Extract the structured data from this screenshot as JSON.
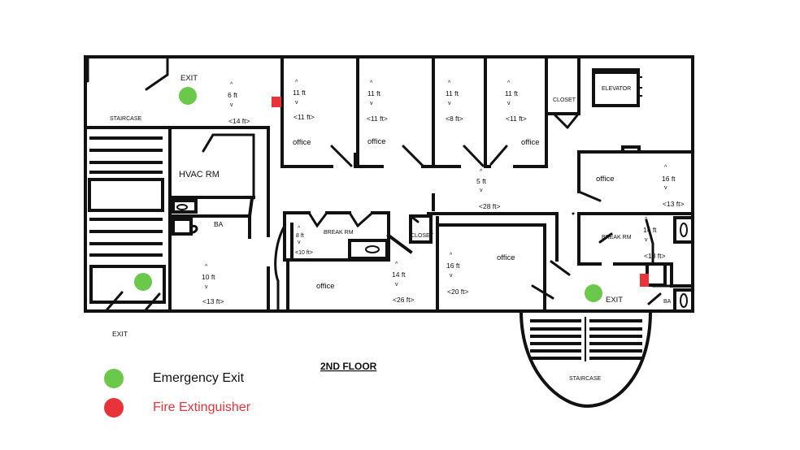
{
  "colors": {
    "exit": "#6ac94a",
    "extinguisher": "#e8333a",
    "wall": "#111111"
  },
  "floor_title": "2ND FLOOR",
  "rooms": {
    "staircase_left": "STAIRCASE",
    "staircase_bottom": "STAIRCASE",
    "hvac": "HVAC RM",
    "elevator": "ELEVATOR",
    "closet_top": "CLOSET",
    "closet_mid": "CLOSET",
    "break_left": "BREAK RM",
    "break_right": "BREAK RM",
    "ba_left": "BA",
    "ba_right": "BA",
    "office": "office"
  },
  "exits": {
    "top": "EXIT",
    "left": "EXIT",
    "right": "EXIT"
  },
  "dimensions": {
    "caret": "^",
    "vee": "v",
    "d6": "6 ft",
    "d14a": "<14 ft>",
    "d11": "11 ft",
    "d11w": "<11 ft>",
    "d8w": "<8 ft>",
    "d5": "5 ft",
    "d28w": "<28 ft>",
    "d16": "16 ft",
    "d13w": "<13 ft>",
    "d14": "14 ft",
    "d8": "8 ft",
    "d10w": "<10 ft>",
    "d10": "10 ft",
    "d26w": "<26 ft>",
    "d20w": "<20 ft>"
  },
  "legend": [
    {
      "label": "Emergency Exit",
      "color": "#6ac94a",
      "text_color": "#111111"
    },
    {
      "label": "Fire Extinguisher",
      "color": "#e8333a",
      "text_color": "#e8333a"
    }
  ]
}
